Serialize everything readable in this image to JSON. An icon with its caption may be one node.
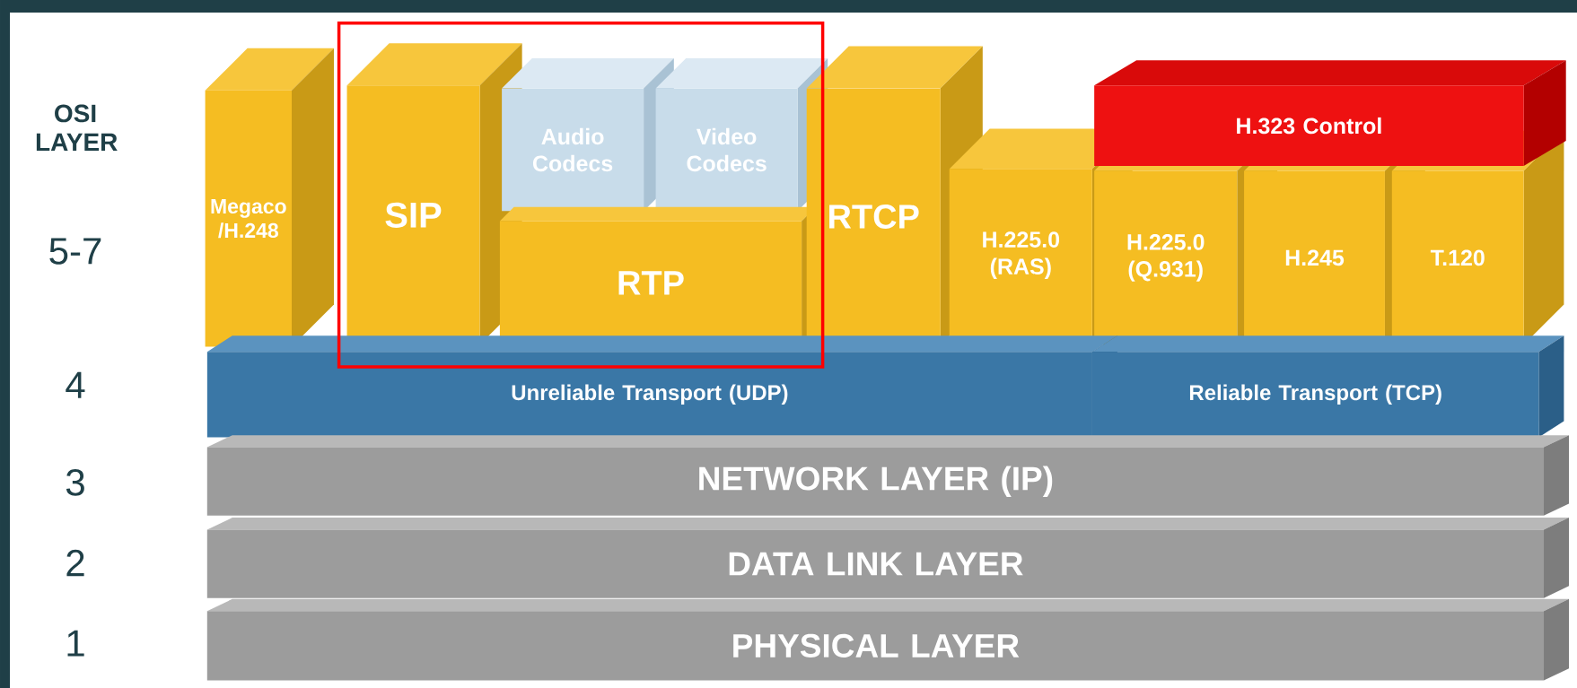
{
  "diagram": {
    "nodes": [
      {
        "text": [
          "Megaco /H.248"
        ]
      },
      {
        "text": [
          "SIP"
        ]
      },
      {
        "text": [
          "Audio Codecs"
        ]
      },
      {
        "text": [
          "Video Codecs"
        ]
      },
      {
        "text": [
          "RTP"
        ]
      },
      {
        "text": [
          "RTCP"
        ]
      },
      {
        "text": [
          "H.225.0 (RAS)"
        ]
      },
      {
        "text": [
          "H.323 Control"
        ]
      },
      {
        "text": [
          "H.225.0 (Q.931)"
        ]
      },
      {
        "text": [
          "H.245"
        ]
      },
      {
        "text": [
          "T.120"
        ]
      },
      {
        "text": [
          "Unreliable Transport (UDP)"
        ]
      },
      {
        "text": [
          "Reliable Transport (TCP)"
        ]
      },
      {
        "text": [
          "NETWORK LAYER (IP)"
        ]
      },
      {
        "text": [
          "DATA LINK LAYER"
        ]
      },
      {
        "text": [
          "PHYSICAL LAYER"
        ]
      }
    ],
    "labels": [
      "OSI LAYER",
      "5-7",
      "4",
      "3",
      "2",
      "1"
    ]
  }
}
